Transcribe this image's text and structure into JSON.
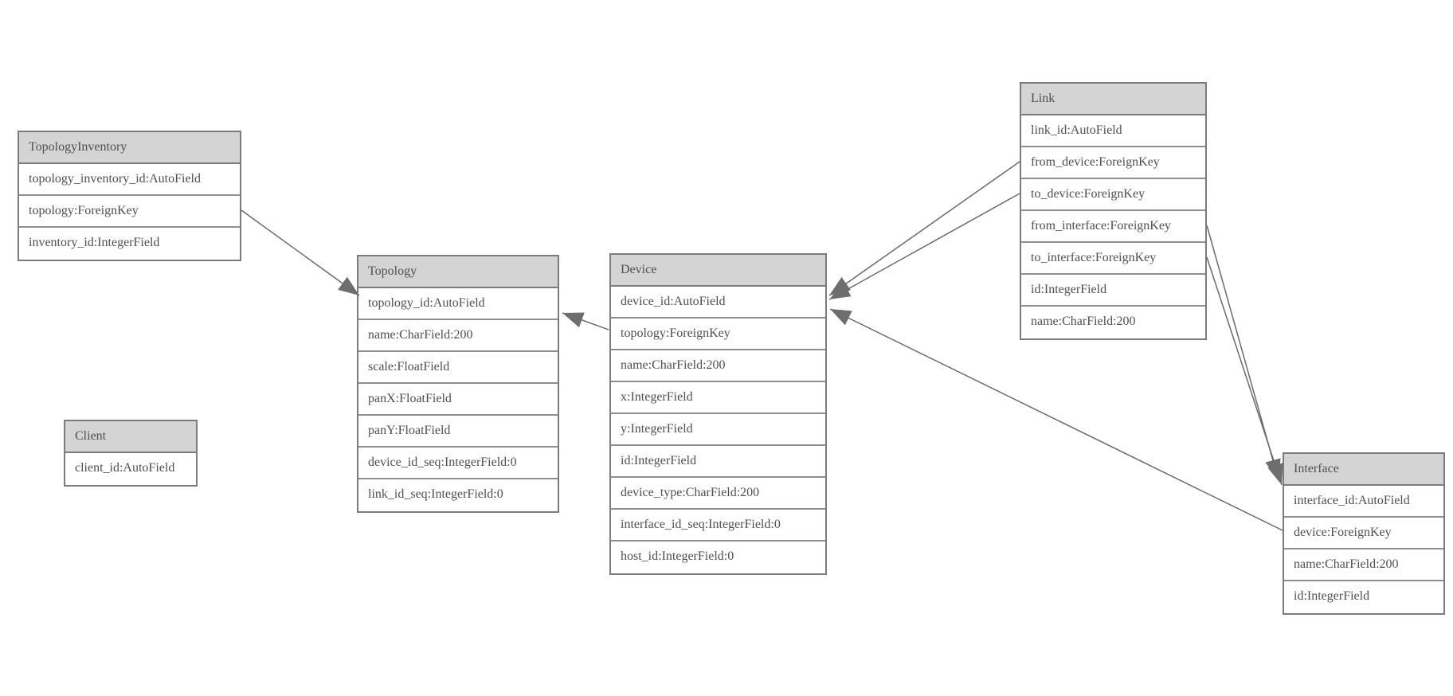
{
  "diagram": {
    "type": "entity-relationship-model",
    "colors": {
      "background": "#ffffff",
      "header_fill": "#d4d4d4",
      "box_border": "#7b7b7b",
      "separator": "#8f8f8f",
      "text": "#4f4f4f",
      "line": "#6a6a6a",
      "arrow_fill": "#6e6e6e"
    },
    "entities": [
      {
        "name": "TopologyInventory",
        "fields": [
          "topology_inventory_id:AutoField",
          "topology:ForeignKey",
          "inventory_id:IntegerField"
        ]
      },
      {
        "name": "Client",
        "fields": [
          "client_id:AutoField"
        ]
      },
      {
        "name": "Topology",
        "fields": [
          "topology_id:AutoField",
          "name:CharField:200",
          "scale:FloatField",
          "panX:FloatField",
          "panY:FloatField",
          "device_id_seq:IntegerField:0",
          "link_id_seq:IntegerField:0"
        ]
      },
      {
        "name": "Device",
        "fields": [
          "device_id:AutoField",
          "topology:ForeignKey",
          "name:CharField:200",
          "x:IntegerField",
          "y:IntegerField",
          "id:IntegerField",
          "device_type:CharField:200",
          "interface_id_seq:IntegerField:0",
          "host_id:IntegerField:0"
        ]
      },
      {
        "name": "Link",
        "fields": [
          "link_id:AutoField",
          "from_device:ForeignKey",
          "to_device:ForeignKey",
          "from_interface:ForeignKey",
          "to_interface:ForeignKey",
          "id:IntegerField",
          "name:CharField:200"
        ]
      },
      {
        "name": "Interface",
        "fields": [
          "interface_id:AutoField",
          "device:ForeignKey",
          "name:CharField:200",
          "id:IntegerField"
        ]
      }
    ],
    "relationships": [
      {
        "from_entity": "TopologyInventory",
        "from_field": "topology:ForeignKey",
        "to_entity": "Topology"
      },
      {
        "from_entity": "Device",
        "from_field": "topology:ForeignKey",
        "to_entity": "Topology"
      },
      {
        "from_entity": "Link",
        "from_field": "from_device:ForeignKey",
        "to_entity": "Device"
      },
      {
        "from_entity": "Link",
        "from_field": "to_device:ForeignKey",
        "to_entity": "Device"
      },
      {
        "from_entity": "Link",
        "from_field": "from_interface:ForeignKey",
        "to_entity": "Interface"
      },
      {
        "from_entity": "Link",
        "from_field": "to_interface:ForeignKey",
        "to_entity": "Interface"
      },
      {
        "from_entity": "Interface",
        "from_field": "device:ForeignKey",
        "to_entity": "Device"
      }
    ]
  }
}
